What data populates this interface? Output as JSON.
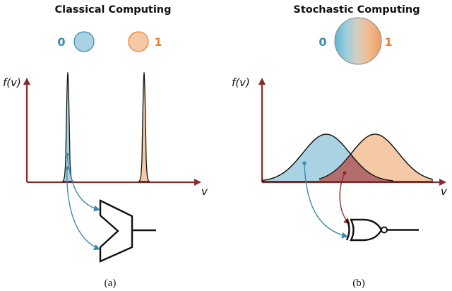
{
  "panels": {
    "classical": {
      "title": "Classical Computing",
      "bit_zero_label": "0",
      "bit_one_label": "1",
      "y_axis_label": "f(v)",
      "x_axis_label": "v",
      "caption": "(a)"
    },
    "stochastic": {
      "title": "Stochastic Computing",
      "bit_zero_label": "0",
      "bit_one_label": "1",
      "y_axis_label": "f(v)",
      "x_axis_label": "v",
      "caption": "(b)"
    }
  },
  "colors": {
    "zero": "#3a8bab",
    "zero_fill": "#a9d3e2",
    "one": "#e87d2c",
    "one_fill": "#f6c9a6",
    "overlap_fill": "#b55b58",
    "axis": "#8b2a2a",
    "curve": "#111111"
  },
  "icons": {
    "classical_gate": "comparator-icon",
    "stochastic_gate": "xnor-gate-icon"
  }
}
